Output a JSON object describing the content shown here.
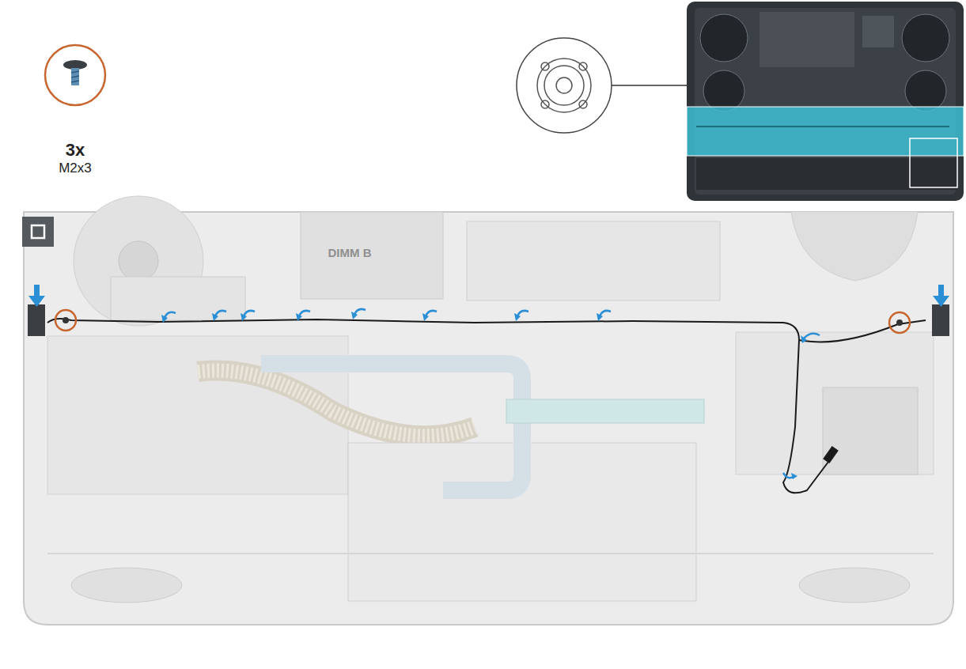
{
  "diagram": {
    "labels": [
      "3x",
      "M2x3",
      "DIMM B"
    ]
  }
}
